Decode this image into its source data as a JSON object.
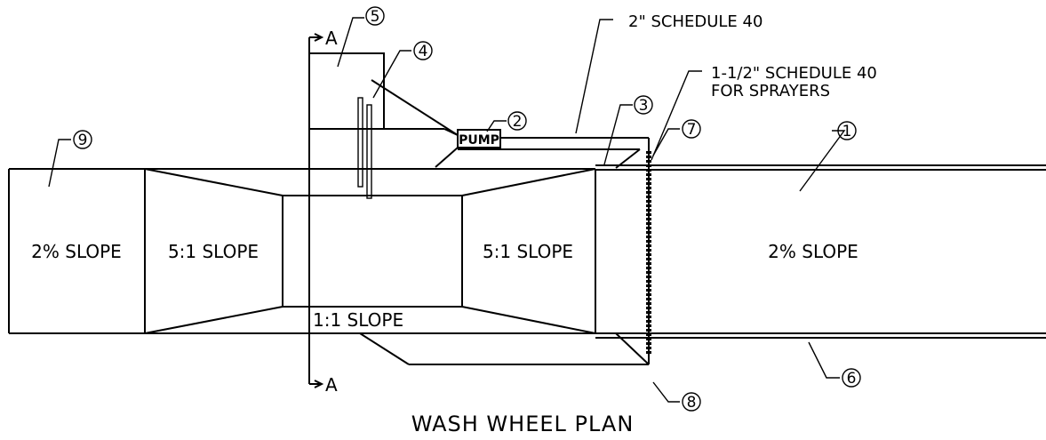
{
  "title": "WASH WHEEL PLAN",
  "section": {
    "top": "A",
    "bottom": "A"
  },
  "notes": {
    "pipe_main": "2\" SCHEDULE 40",
    "pipe_spray_line1": "1-1/2\" SCHEDULE 40",
    "pipe_spray_line2": "FOR SPRAYERS",
    "pump": "PUMP"
  },
  "zones": {
    "left_flat": "2% SLOPE",
    "left_ramp": "5:1 SLOPE",
    "right_ramp": "5:1 SLOPE",
    "right_flat": "2% SLOPE",
    "side_slope": "1:1 SLOPE"
  },
  "callouts": [
    "1",
    "2",
    "3",
    "4",
    "5",
    "6",
    "7",
    "8",
    "9"
  ]
}
